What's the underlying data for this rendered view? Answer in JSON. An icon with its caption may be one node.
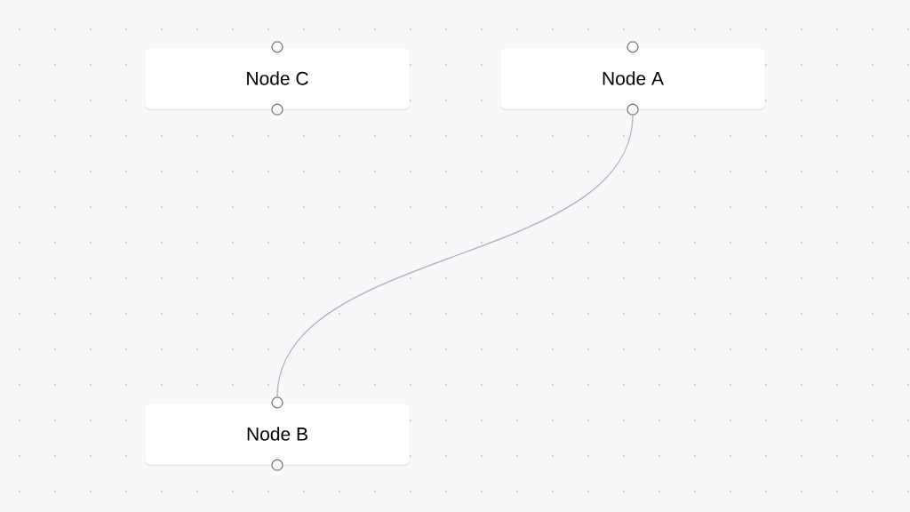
{
  "diagram": {
    "nodes": [
      {
        "text": [
          "Node C"
        ]
      },
      {
        "text": [
          "Node A"
        ]
      },
      {
        "text": [
          "Node B"
        ]
      }
    ],
    "edges": [
      {
        "from": 1,
        "to": 2,
        "arrow": "none"
      }
    ]
  }
}
